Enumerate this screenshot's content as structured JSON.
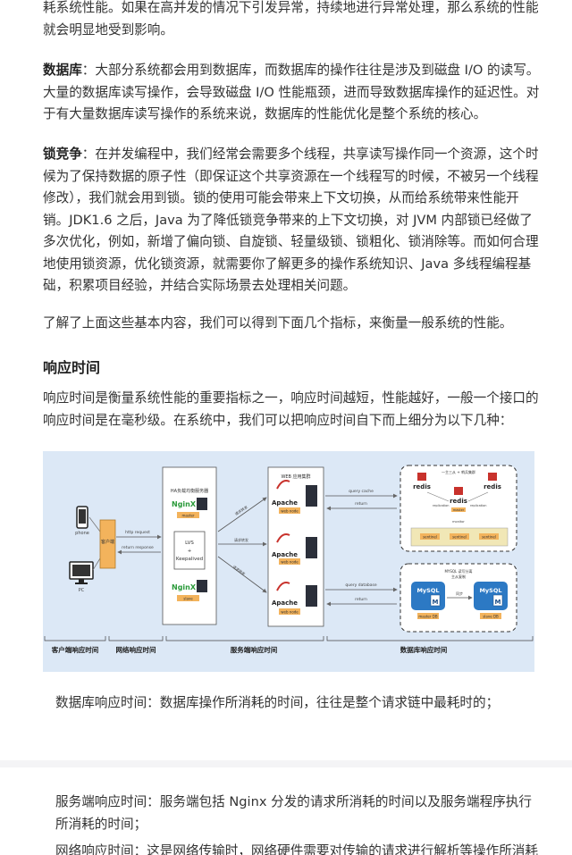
{
  "para_top": "耗系统性能。如果在高并发的情况下引发异常，持续地进行异常处理，那么系统的性能就会明显地受到影响。",
  "db_para": {
    "term": "数据库",
    "text": "：大部分系统都会用到数据库，而数据库的操作往往是涉及到磁盘 I/O 的读写。大量的数据库读写操作，会导致磁盘 I/O 性能瓶颈，进而导致数据库操作的延迟性。对于有大量数据库读写操作的系统来说，数据库的性能优化是整个系统的核心。"
  },
  "lock_para": {
    "term": "锁竞争",
    "text": "：在并发编程中，我们经常会需要多个线程，共享读写操作同一个资源，这个时候为了保持数据的原子性（即保证这个共享资源在一个线程写的时候，不被另一个线程修改），我们就会用到锁。锁的使用可能会带来上下文切换，从而给系统带来性能开销。JDK1.6 之后，Java 为了降低锁竞争带来的上下文切换，对 JVM 内部锁已经做了多次优化，例如，新增了偏向锁、自旋锁、轻量级锁、锁粗化、锁消除等。而如何合理地使用锁资源，优化锁资源，就需要你了解更多的操作系统知识、Java 多线程编程基础，积累项目经验，并结合实际场景去处理相关问题。"
  },
  "summary_para": "了解了上面这些基本内容，我们可以得到下面几个指标，来衡量一般系统的性能。",
  "heading": "响应时间",
  "rt_para": "响应时间是衡量系统性能的重要指标之一，响应时间越短，性能越好，一般一个接口的响应时间是在毫秒级。在系统中，我们可以把响应时间自下而上细分为以下几种：",
  "diagram": {
    "client_phone": "phone",
    "client_pc": "PC",
    "client_box": "客户端",
    "http_request": "http request",
    "return_response": "return response",
    "ha_title": "HA负载均衡服务器",
    "nginx": "NginX",
    "master": "master",
    "slave": "slave",
    "lvs": "LVS",
    "plus": "+",
    "keepalived": "Keepalived",
    "arrow1": "请求转发",
    "arrow2": "请求转发",
    "arrow3": "请求转发",
    "web_title": "WEB 应用集群",
    "apache": "Apache",
    "web_node": "web node",
    "query_cache": "query cache",
    "query_database": "query database",
    "return": "return",
    "redis_title": "一主三从 + 哨兵集群",
    "redis": "redis",
    "replication": "replication",
    "monitor": "monitor",
    "sentinel": "sentinel",
    "mysql_title": "MYSQL 读写分离",
    "mysql_sub": "主从复制",
    "mysql": "MySQL",
    "sync": "同步",
    "master_db": "master DB",
    "slave_db": "slave DB",
    "label_client": "客户端响应时间",
    "label_network": "网络响应时间",
    "label_server": "服务端响应时间",
    "label_db": "数据库响应时间"
  },
  "db_time": "数据库响应时间：数据库操作所消耗的时间，往往是整个请求链中最耗时的；",
  "server_time": "服务端响应时间：服务端包括 Nginx 分发的请求所消耗的时间以及服务端程序执行所消耗的时间；",
  "network_time": "网络响应时间：这是网络传输时，网络硬件需要对传输的请求进行解析等操作所消耗的时间等；"
}
